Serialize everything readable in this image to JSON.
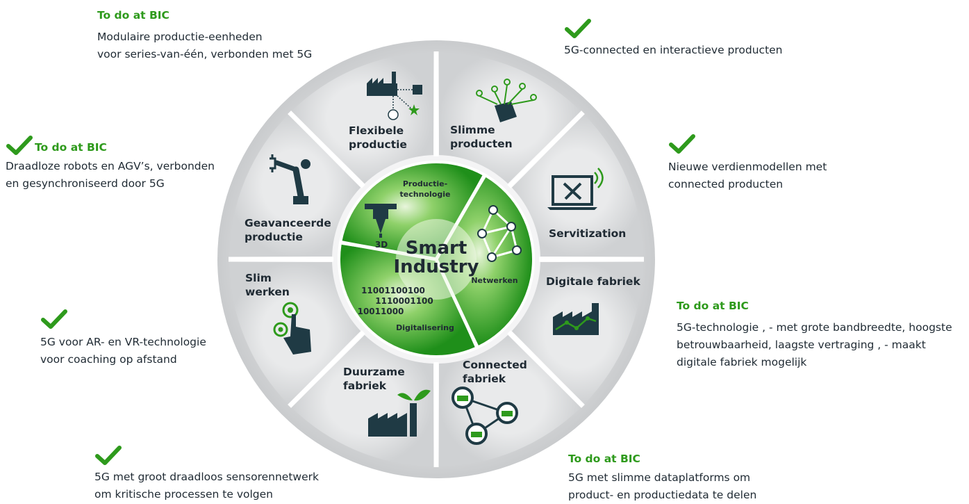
{
  "colors": {
    "accent": "#2e9a1c",
    "text": "#1f2a33",
    "ring": "#d4d6d8",
    "core": "#3aa832"
  },
  "center": {
    "line1": "Smart",
    "line2": "Industry"
  },
  "core_sectors": {
    "production": "Productie-",
    "production2": "technologie",
    "printer": "3D",
    "network": "Netwerken",
    "digital": "Digitalisering",
    "binary1": "11001100100",
    "binary2": "1110001100",
    "binary3": "10011000"
  },
  "segments": [
    {
      "id": "flexibele-productie",
      "lines": [
        "Flexibele",
        "productie"
      ],
      "icon": "factory-network-icon"
    },
    {
      "id": "slimme-producten",
      "lines": [
        "Slimme",
        "producten"
      ],
      "icon": "circuit-tag-icon"
    },
    {
      "id": "servitization",
      "lines": [
        "Servitization"
      ],
      "icon": "laptop-tools-icon"
    },
    {
      "id": "digitale-fabriek",
      "lines": [
        "Digitale fabriek"
      ],
      "icon": "digital-factory-icon"
    },
    {
      "id": "connected-fabriek",
      "lines": [
        "Connected",
        "fabriek"
      ],
      "icon": "connected-factories-icon"
    },
    {
      "id": "duurzame-fabriek",
      "lines": [
        "Duurzame",
        "fabriek"
      ],
      "icon": "green-factory-icon"
    },
    {
      "id": "slim-werken",
      "lines": [
        "Slim",
        "werken"
      ],
      "icon": "touch-hand-icon"
    },
    {
      "id": "geavanceerde-productie",
      "lines": [
        "Geavanceerde",
        "productie"
      ],
      "icon": "robot-arm-icon"
    }
  ],
  "notes": {
    "top_left": {
      "header": "To do at BIC",
      "lines": [
        "Modulaire productie-eenheden",
        "voor series-van-één, verbonden met 5G"
      ]
    },
    "top_right": {
      "lines": [
        "5G-connected en interactieve producten"
      ]
    },
    "left_upper": {
      "header": "To do at BIC",
      "lines": [
        "Draadloze robots en AGV’s, verbonden",
        "en gesynchroniseerd door 5G"
      ]
    },
    "right_upper": {
      "lines": [
        "Nieuwe verdienmodellen met",
        "connected producten"
      ]
    },
    "left_lower": {
      "lines": [
        "5G voor AR- en VR-technologie",
        "voor coaching op afstand"
      ]
    },
    "right_middle": {
      "header": "To do at BIC",
      "lines": [
        "5G-technologie , - met grote bandbreedte, hoogste",
        "betrouwbaarheid, laagste vertraging , - maakt",
        "digitale fabriek mogelijk"
      ]
    },
    "bottom_left": {
      "lines": [
        "5G met groot draadloos sensorennetwerk",
        "om kritische processen te volgen"
      ]
    },
    "bottom_right": {
      "header": "To do at BIC",
      "lines": [
        "5G met slimme dataplatforms om",
        "product- en productiedata te delen"
      ]
    }
  }
}
